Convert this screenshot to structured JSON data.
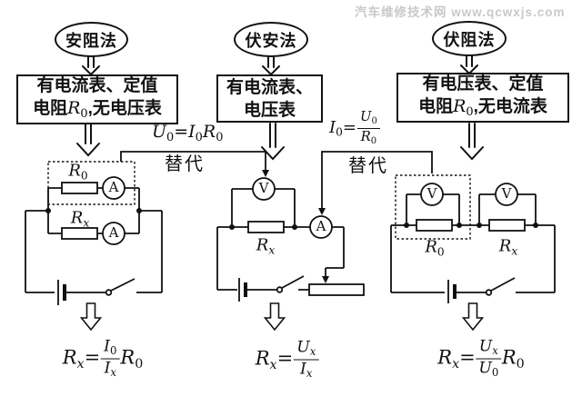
{
  "watermark": "汽车维修技术网 www.qcwxjs.com",
  "methods": {
    "left": {
      "title": "安阻法"
    },
    "mid": {
      "title": "伏安法"
    },
    "right": {
      "title": "伏阻法"
    }
  },
  "boxes": {
    "left": {
      "line1": "有电流表、定值",
      "line2": [
        {
          "k": "t",
          "x": "电阻"
        },
        {
          "k": "v",
          "x": "R"
        },
        {
          "k": "s",
          "x": "0"
        },
        {
          "k": "t",
          "x": ",无电压表"
        }
      ]
    },
    "mid": {
      "line1": "有电流表、",
      "line2": [
        {
          "k": "t",
          "x": "电压表"
        }
      ]
    },
    "right": {
      "line1": "有电压表、定值",
      "line2": [
        {
          "k": "t",
          "x": "电阻"
        },
        {
          "k": "v",
          "x": "R"
        },
        {
          "k": "s",
          "x": "0"
        },
        {
          "k": "t",
          "x": ",无电流表"
        }
      ]
    }
  },
  "substitution": {
    "left": {
      "formula": [
        {
          "k": "v",
          "x": "U"
        },
        {
          "k": "s",
          "x": "0"
        },
        {
          "k": "t",
          "x": "="
        },
        {
          "k": "v",
          "x": "I"
        },
        {
          "k": "s",
          "x": "0"
        },
        {
          "k": "v",
          "x": "R"
        },
        {
          "k": "s",
          "x": "0"
        }
      ],
      "label": "替代"
    },
    "right": {
      "lhs": [
        {
          "k": "v",
          "x": "I"
        },
        {
          "k": "s",
          "x": "0"
        },
        {
          "k": "t",
          "x": "="
        }
      ],
      "num": [
        {
          "k": "v",
          "x": "U"
        },
        {
          "k": "s",
          "x": "0"
        }
      ],
      "den": [
        {
          "k": "v",
          "x": "R"
        },
        {
          "k": "s",
          "x": "0"
        }
      ],
      "label": "替代"
    }
  },
  "meters": {
    "ammeter": "A",
    "voltmeter": "V"
  },
  "circuit_labels": {
    "r0": [
      {
        "k": "v",
        "x": "R"
      },
      {
        "k": "s",
        "x": "0"
      }
    ],
    "rx": [
      {
        "k": "v",
        "x": "R"
      },
      {
        "k": "i",
        "x": "x"
      }
    ]
  },
  "formulas": {
    "left": {
      "lhs": [
        {
          "k": "v",
          "x": "R"
        },
        {
          "k": "i",
          "x": "x"
        },
        {
          "k": "t",
          "x": "="
        }
      ],
      "num": [
        {
          "k": "v",
          "x": "I"
        },
        {
          "k": "s",
          "x": "0"
        }
      ],
      "den": [
        {
          "k": "v",
          "x": "I"
        },
        {
          "k": "i",
          "x": "x"
        }
      ],
      "rhs": [
        {
          "k": "v",
          "x": "R"
        },
        {
          "k": "s",
          "x": "0"
        }
      ]
    },
    "mid": {
      "lhs": [
        {
          "k": "v",
          "x": "R"
        },
        {
          "k": "i",
          "x": "x"
        },
        {
          "k": "t",
          "x": "="
        }
      ],
      "num": [
        {
          "k": "v",
          "x": "U"
        },
        {
          "k": "i",
          "x": "x"
        }
      ],
      "den": [
        {
          "k": "v",
          "x": "I"
        },
        {
          "k": "i",
          "x": "x"
        }
      ],
      "rhs": []
    },
    "right": {
      "lhs": [
        {
          "k": "v",
          "x": "R"
        },
        {
          "k": "i",
          "x": "x"
        },
        {
          "k": "t",
          "x": "="
        }
      ],
      "num": [
        {
          "k": "v",
          "x": "U"
        },
        {
          "k": "i",
          "x": "x"
        }
      ],
      "den": [
        {
          "k": "v",
          "x": "U"
        },
        {
          "k": "s",
          "x": "0"
        }
      ],
      "rhs": [
        {
          "k": "v",
          "x": "R"
        },
        {
          "k": "s",
          "x": "0"
        }
      ]
    }
  }
}
